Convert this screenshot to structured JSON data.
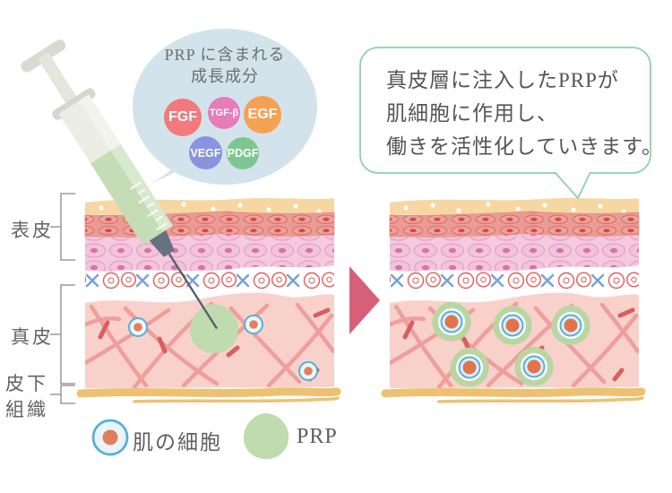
{
  "growth_bubble": {
    "title_line1": "PRP に含まれる",
    "title_line2": "成長成分",
    "factors": [
      {
        "label": "FGF",
        "color": "#f27a7d"
      },
      {
        "label": "TGF-β",
        "color": "#e77cbb"
      },
      {
        "label": "EGF",
        "color": "#f4a153"
      },
      {
        "label": "VEGF",
        "color": "#8a94de"
      },
      {
        "label": "PDGF",
        "color": "#7ec691"
      }
    ]
  },
  "callout": {
    "line1": "真皮層に注入したPRPが",
    "line2": "肌細胞に作用し、",
    "line3": "働きを活性化していきます。"
  },
  "skin_labels": {
    "epidermis": "表皮",
    "dermis": "真皮",
    "subcutis_line1": "皮下",
    "subcutis_line2": "組織"
  },
  "legend": {
    "cell_label": "肌の細胞",
    "prp_label": "PRP"
  },
  "colors": {
    "speech_bubble_blue": "#d3e3ec",
    "callout_border_green": "#8fd0a4",
    "arrow_pink": "#d6607a",
    "prp_green": "#c0dbae",
    "activated_halo_green": "#b9d6a2",
    "cell_ring_blue": "#58aedb",
    "cell_core_orange": "#e0805a",
    "epidermis_tan": "#f6d7a2",
    "epidermis_red": "#ec9b94",
    "epidermis_pink": "#f5c9de",
    "dermis_pink": "#f8d2ca",
    "collagen": "#ef9d9d",
    "subcutis_gold": "#ecc272",
    "text_gray": "#5f5f5f"
  }
}
